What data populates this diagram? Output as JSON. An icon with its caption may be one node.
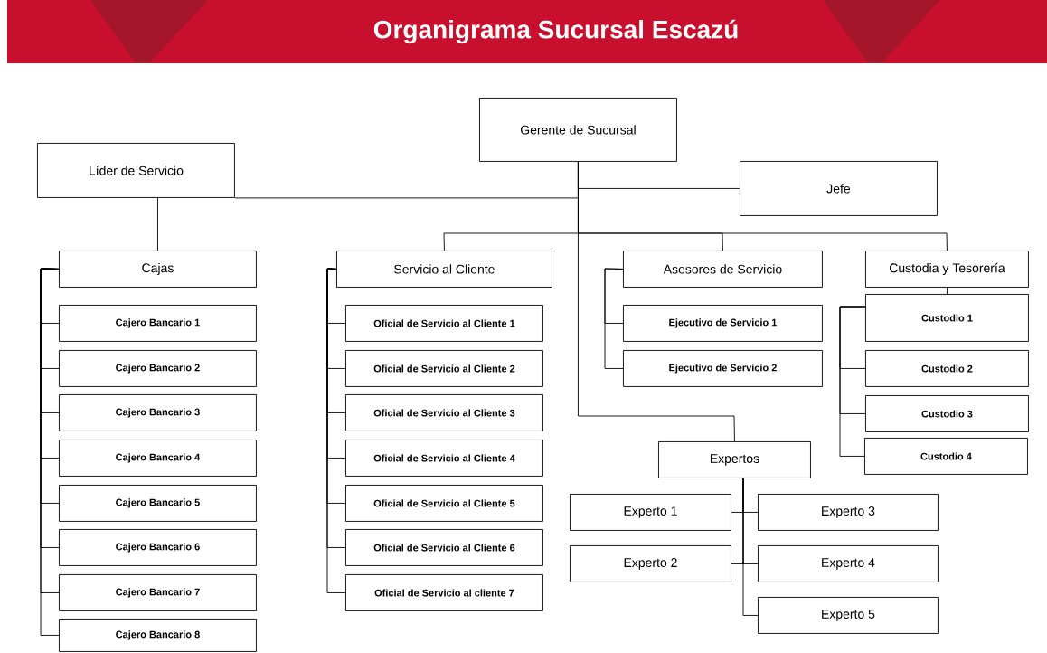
{
  "diagram": {
    "title": "Organigrama Sucursal Escazú",
    "nodes": [
      {
        "text": [
          "Gerente de Sucursal"
        ]
      },
      {
        "text": [
          "Líder de Servicio"
        ]
      },
      {
        "text": [
          "Jefe"
        ]
      },
      {
        "text": [
          "Cajas"
        ]
      },
      {
        "text": [
          "Cajero Bancario 1"
        ]
      },
      {
        "text": [
          "Cajero Bancario 2"
        ]
      },
      {
        "text": [
          "Cajero Bancario 3"
        ]
      },
      {
        "text": [
          "Cajero Bancario 4"
        ]
      },
      {
        "text": [
          "Cajero Bancario 5"
        ]
      },
      {
        "text": [
          "Cajero Bancario 6"
        ]
      },
      {
        "text": [
          "Cajero Bancario 7"
        ]
      },
      {
        "text": [
          "Cajero Bancario 8"
        ]
      },
      {
        "text": [
          "Servicio al Cliente"
        ]
      },
      {
        "text": [
          "Oficial de Servicio al Cliente 1"
        ]
      },
      {
        "text": [
          "Oficial de Servicio al Cliente 2"
        ]
      },
      {
        "text": [
          "Oficial de Servicio al Cliente 3"
        ]
      },
      {
        "text": [
          "Oficial de Servicio al Cliente 4"
        ]
      },
      {
        "text": [
          "Oficial de Servicio al Cliente 5"
        ]
      },
      {
        "text": [
          "Oficial de Servicio al Cliente 6"
        ]
      },
      {
        "text": [
          "Oficial de Servicio al cliente 7"
        ]
      },
      {
        "text": [
          "Asesores de Servicio"
        ]
      },
      {
        "text": [
          "Ejecutivo de Servicio 1"
        ]
      },
      {
        "text": [
          "Ejecutivo de Servicio 2"
        ]
      },
      {
        "text": [
          "Custodia y Tesorería"
        ]
      },
      {
        "text": [
          "Custodio 1"
        ]
      },
      {
        "text": [
          "Custodio 2"
        ]
      },
      {
        "text": [
          "Custodio 3"
        ]
      },
      {
        "text": [
          "Custodio 4"
        ]
      },
      {
        "text": [
          "Expertos"
        ]
      },
      {
        "text": [
          "Experto 1"
        ]
      },
      {
        "text": [
          "Experto 2"
        ]
      },
      {
        "text": [
          "Experto 3"
        ]
      },
      {
        "text": [
          "Experto 4"
        ]
      },
      {
        "text": [
          "Experto 5"
        ]
      }
    ],
    "edges": [
      {
        "from": 0,
        "to": 1,
        "arrow": "none"
      },
      {
        "from": 0,
        "to": 2,
        "arrow": "none"
      },
      {
        "from": 0,
        "to": 12,
        "arrow": "none"
      },
      {
        "from": 0,
        "to": 20,
        "arrow": "none"
      },
      {
        "from": 0,
        "to": 23,
        "arrow": "none"
      },
      {
        "from": 0,
        "to": 28,
        "arrow": "none"
      },
      {
        "from": 1,
        "to": 3,
        "arrow": "none"
      },
      {
        "from": 3,
        "to": 4,
        "arrow": "none"
      },
      {
        "from": 3,
        "to": 5,
        "arrow": "none"
      },
      {
        "from": 3,
        "to": 6,
        "arrow": "none"
      },
      {
        "from": 3,
        "to": 7,
        "arrow": "none"
      },
      {
        "from": 3,
        "to": 8,
        "arrow": "none"
      },
      {
        "from": 3,
        "to": 9,
        "arrow": "none"
      },
      {
        "from": 3,
        "to": 10,
        "arrow": "none"
      },
      {
        "from": 3,
        "to": 11,
        "arrow": "none"
      },
      {
        "from": 12,
        "to": 13,
        "arrow": "none"
      },
      {
        "from": 12,
        "to": 14,
        "arrow": "none"
      },
      {
        "from": 12,
        "to": 15,
        "arrow": "none"
      },
      {
        "from": 12,
        "to": 16,
        "arrow": "none"
      },
      {
        "from": 12,
        "to": 17,
        "arrow": "none"
      },
      {
        "from": 12,
        "to": 18,
        "arrow": "none"
      },
      {
        "from": 12,
        "to": 19,
        "arrow": "none"
      },
      {
        "from": 20,
        "to": 21,
        "arrow": "none"
      },
      {
        "from": 20,
        "to": 22,
        "arrow": "none"
      },
      {
        "from": 23,
        "to": 24,
        "arrow": "none"
      },
      {
        "from": 24,
        "to": 25,
        "arrow": "none"
      },
      {
        "from": 24,
        "to": 26,
        "arrow": "none"
      },
      {
        "from": 24,
        "to": 27,
        "arrow": "none"
      },
      {
        "from": 28,
        "to": 29,
        "arrow": "none"
      },
      {
        "from": 28,
        "to": 30,
        "arrow": "none"
      },
      {
        "from": 28,
        "to": 31,
        "arrow": "none"
      },
      {
        "from": 28,
        "to": 32,
        "arrow": "none"
      },
      {
        "from": 28,
        "to": 33,
        "arrow": "none"
      }
    ]
  }
}
